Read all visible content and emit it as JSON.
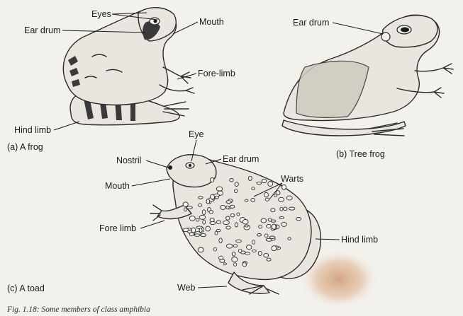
{
  "figure": {
    "caption": "Fig. 1.18: Some members of class amphibia"
  },
  "panels": [
    {
      "id": "frog",
      "caption": "(a) A frog",
      "labels": [
        "Eyes",
        "Ear drum",
        "Mouth",
        "Fore-limb",
        "Hind limb"
      ]
    },
    {
      "id": "tree-frog",
      "caption": "(b) Tree frog",
      "labels": [
        "Ear drum"
      ]
    },
    {
      "id": "toad",
      "caption": "(c) A toad",
      "labels": [
        "Eye",
        "Nostril",
        "Ear drum",
        "Warts",
        "Mouth",
        "Fore limb",
        "Hind limb",
        "Web"
      ]
    }
  ],
  "colors": {
    "paper": "#f3f1ec",
    "ink": "#2b2b2b",
    "stain": "#c98c5c"
  }
}
